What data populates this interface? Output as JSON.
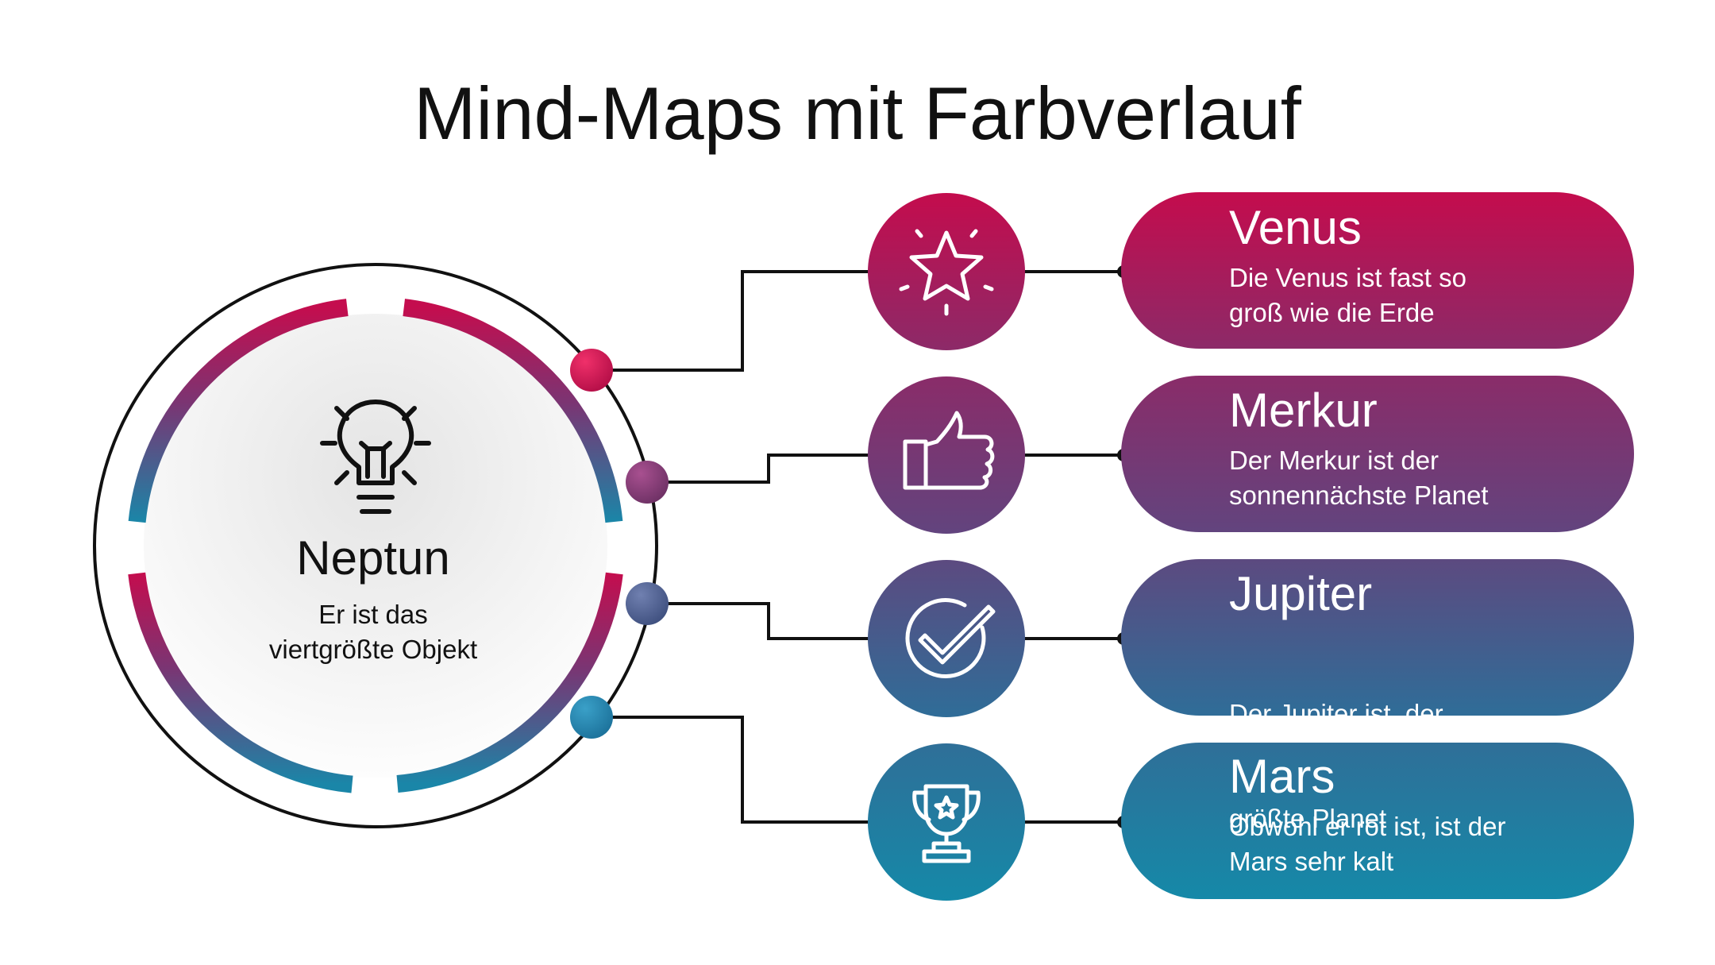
{
  "title": "Mind-Maps mit Farbverlauf",
  "center": {
    "title": "Neptun",
    "description_lines": [
      "Er ist das",
      "viertgrößte Objekt"
    ],
    "icon": "lightbulb-icon"
  },
  "items": [
    {
      "title": "Venus",
      "description_lines": [
        "Die Venus ist fast so",
        "groß wie die Erde"
      ],
      "icon": "star-icon",
      "color": "#c0104f"
    },
    {
      "title": "Merkur",
      "description_lines": [
        "Der Merkur ist der",
        "sonnennächste Planet"
      ],
      "icon": "thumbs-up-icon",
      "color": "#7d3572"
    },
    {
      "title": "Jupiter",
      "description_lines": [
        "Der Jupiter ist  der",
        "größte Planet"
      ],
      "icon": "check-circle-icon",
      "color": "#4e5d8e"
    },
    {
      "title": "Mars",
      "description_lines": [
        "Obwohl er rot ist, ist der",
        "Mars sehr kalt"
      ],
      "icon": "trophy-icon",
      "color": "#1a84a6"
    }
  ],
  "colors": {
    "crimson": "#c40d4e",
    "purple": "#8a3070",
    "slate": "#4f5b8f",
    "teal": "#1a86a8"
  }
}
